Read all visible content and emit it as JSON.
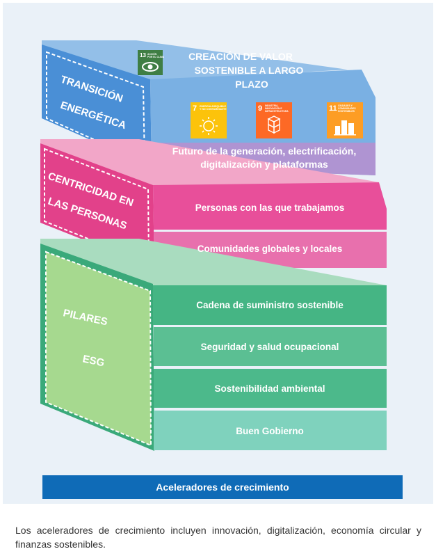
{
  "top_heading": [
    "CREACIÓN DE VALOR",
    "SOSTENIBLE A LARGO",
    "PLAZO"
  ],
  "pillars": {
    "transicion": [
      "TRANSICIÓN",
      "ENERGÉTICA"
    ],
    "centricidad": [
      "CENTRICIDAD EN",
      "LAS PERSONAS"
    ],
    "esg": [
      "PILARES",
      "ESG"
    ]
  },
  "sdg_badges": [
    {
      "number": "13",
      "text": [
        "ACCIÓN",
        "POR EL CLIMA"
      ],
      "color": "#3f7e44",
      "icon": "eye-globe-icon"
    },
    {
      "number": "7",
      "text": [
        "ENERGÍA ASEQUIBLE",
        "Y NO CONTAMINANTE"
      ],
      "color": "#fcc30b",
      "icon": "sun-icon"
    },
    {
      "number": "9",
      "text": [
        "INDUSTRIA,",
        "INNOVACIÓN E",
        "INFRAESTRUCTURA"
      ],
      "color": "#fd6925",
      "icon": "cubes-icon"
    },
    {
      "number": "11",
      "text": [
        "CIUDADES Y",
        "COMUNIDADES",
        "SOSTENIBLES"
      ],
      "color": "#fd9d24",
      "icon": "city-icon"
    }
  ],
  "layers": {
    "futuro": [
      "Futuro de la generación, electrificación,",
      "digitalización y plataformas"
    ],
    "personas": "Personas con las que trabajamos",
    "comunidades": "Comunidades globales y locales",
    "cadena": "Cadena de suministro sostenible",
    "seguridad": "Seguridad y salud ocupacional",
    "ambiental": "Sostenibilidad ambiental",
    "gobierno": "Buen Gobierno"
  },
  "accelerators_bar": "Aceleradores de crecimiento",
  "footnote": "Los aceleradores de crecimiento incluyen innovación, digitalización, economía circular y finanzas sostenibles.",
  "colors": {
    "panel_bg": "#eaf1f8",
    "blue": "#6ea7dc",
    "pink": "#e8559a",
    "green": "#4dbb8c",
    "accelerator": "#0f6bb7"
  }
}
